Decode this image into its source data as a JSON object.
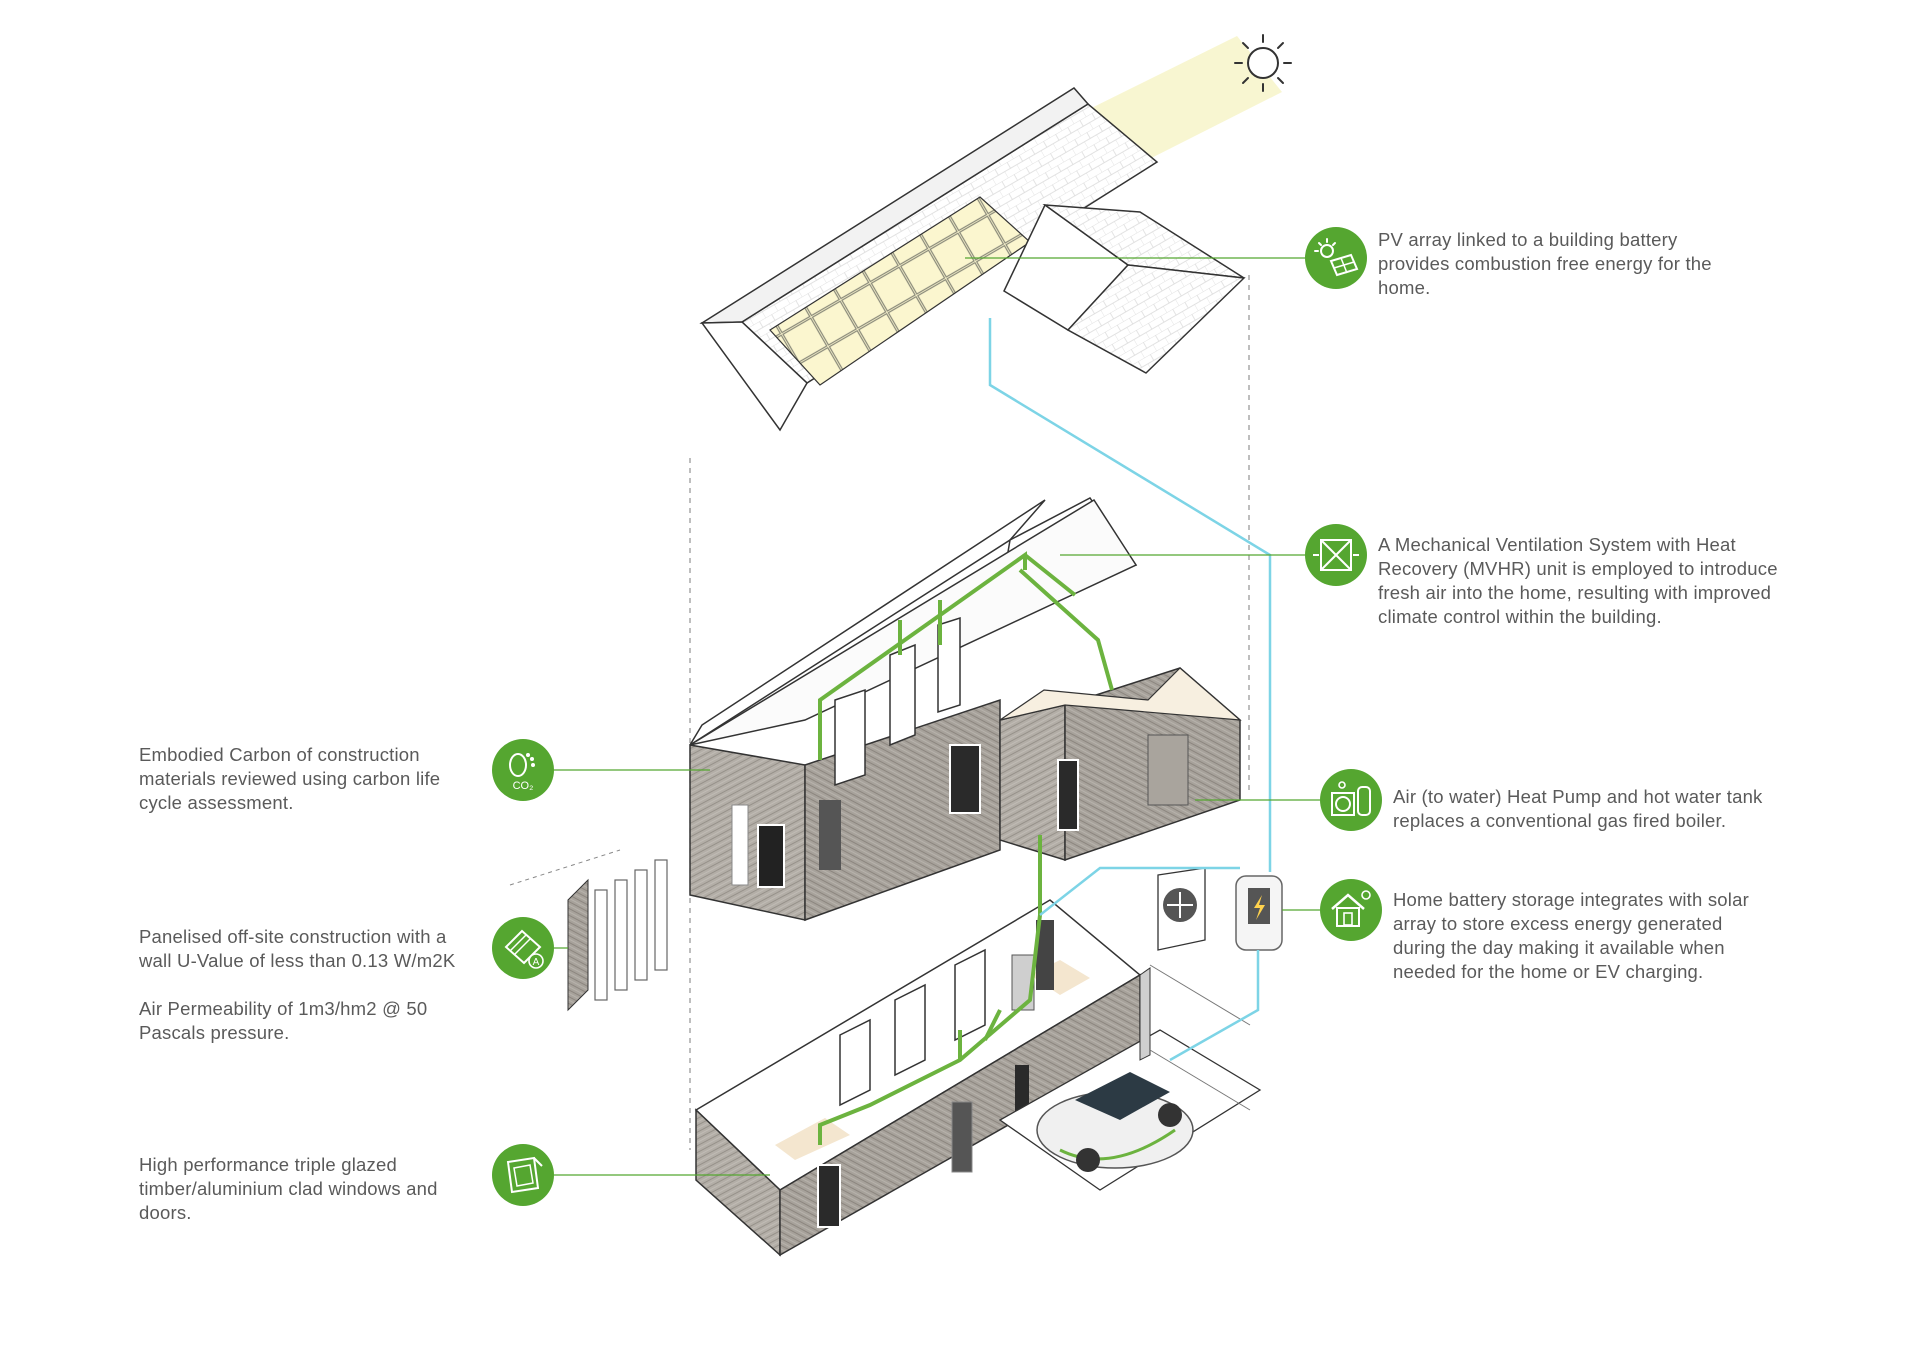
{
  "colors": {
    "accent_green": "#55a630",
    "duct_green": "#6cb33f",
    "wiring_blue": "#7dd4e6",
    "solar_glow": "#f7f4c9",
    "timber_cladding": "#a9a49d",
    "text_gray": "#5a5a5a"
  },
  "annotations": {
    "pv": {
      "icon": "solar-panel-sun-icon",
      "lines": [
        "PV array linked to a building battery",
        "provides combustion free energy for the",
        "home."
      ]
    },
    "mvhr": {
      "icon": "ventilation-unit-icon",
      "lines": [
        "A Mechanical Ventilation System with Heat",
        "Recovery (MVHR) unit is employed to introduce",
        "fresh air into the home, resulting with improved",
        "climate control within the building."
      ]
    },
    "heat_pump": {
      "icon": "heat-pump-tank-icon",
      "lines": [
        "Air (to water) Heat Pump and hot water tank",
        "replaces a conventional gas fired boiler."
      ]
    },
    "battery": {
      "icon": "home-battery-icon",
      "lines": [
        "Home battery storage integrates with solar",
        "array to store excess energy generated",
        "during the day making it available when",
        "needed for the home or EV charging."
      ]
    },
    "carbon": {
      "icon": "carbon-footprint-icon",
      "icon_text": "CO₂",
      "lines": [
        "Embodied Carbon of construction",
        "materials reviewed using carbon life",
        "cycle assessment."
      ]
    },
    "panel": {
      "icon": "wall-panel-icon",
      "icon_text": "A",
      "lines": [
        "Panelised off-site construction with a",
        "wall U-Value of less than 0.13 W/m2K",
        "",
        "Air Permeability of 1m3/hm2 @ 50",
        "Pascals pressure."
      ]
    },
    "windows": {
      "icon": "triple-glazed-window-icon",
      "lines": [
        "High performance triple glazed",
        "timber/aluminium clad windows and",
        "doors."
      ]
    }
  }
}
